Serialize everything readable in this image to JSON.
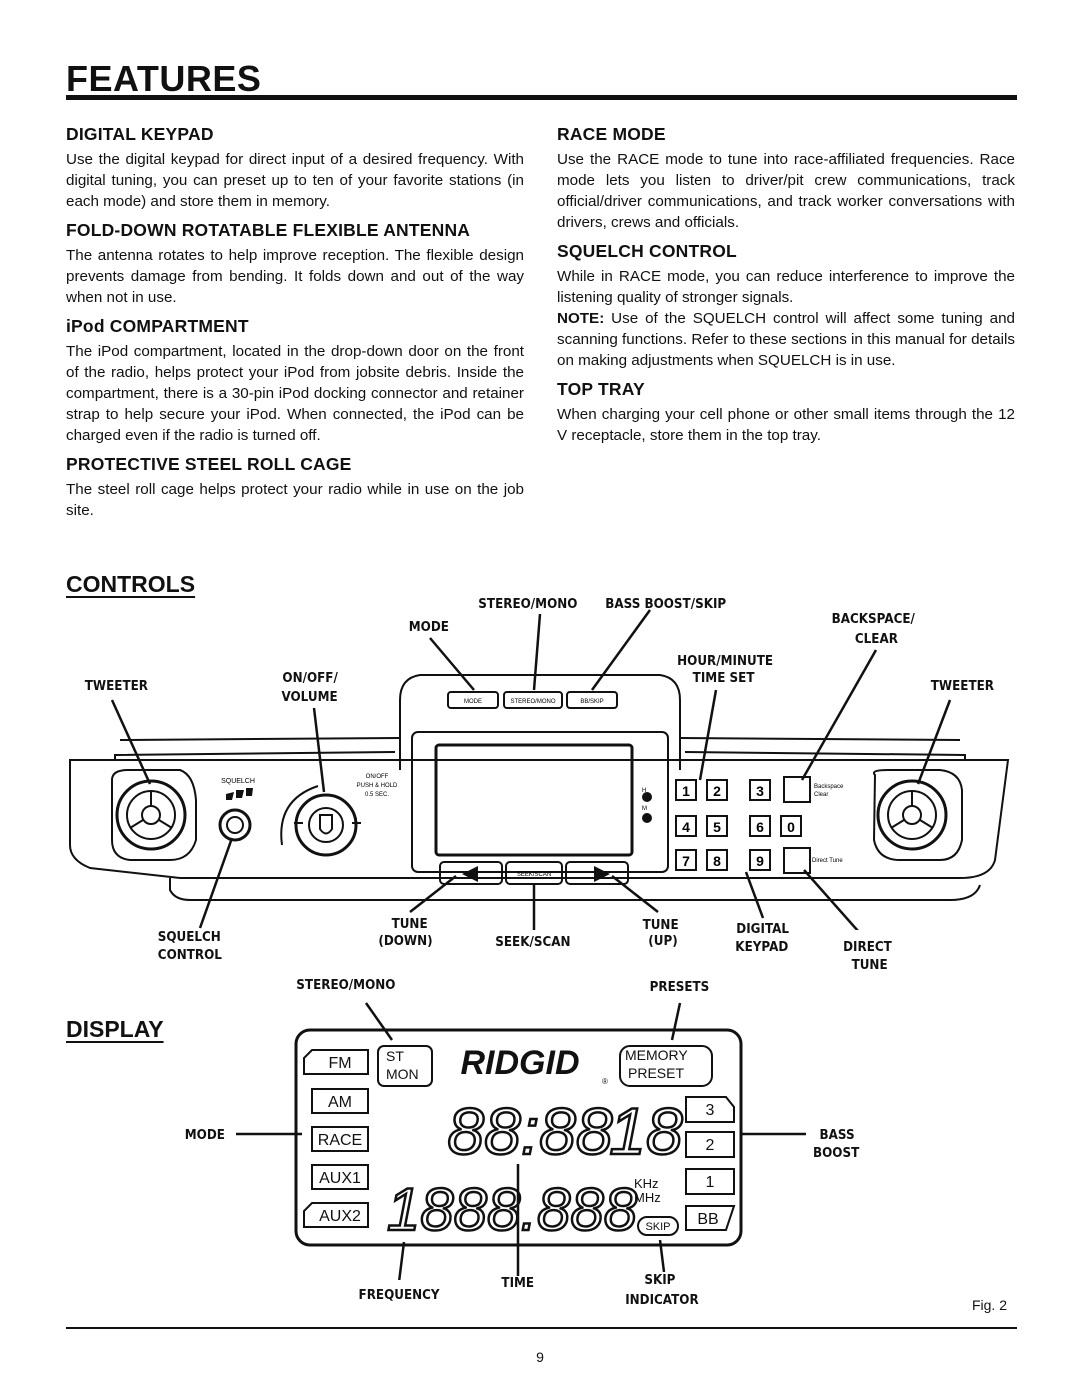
{
  "page": {
    "title": "FEATURES",
    "number": "9",
    "fig_label": "Fig. 2"
  },
  "features": {
    "digital_keypad": {
      "heading": "DIGITAL KEYPAD",
      "text": "Use the digital keypad for direct input of a desired frequency. With digital tuning, you can preset up to ten of your favorite stations (in each mode) and store them in memory."
    },
    "antenna": {
      "heading": "FOLD-DOWN ROTATABLE FLEXIBLE ANTENNA",
      "text": "The antenna rotates to help improve reception. The flexible design prevents damage from bending. It folds down and out of the way when not in use."
    },
    "ipod": {
      "heading": "iPod COMPARTMENT",
      "text": "The iPod compartment, located in the drop-down door on the front of the radio, helps protect your iPod from jobsite debris. Inside the compartment, there is a 30-pin iPod docking connector and retainer strap to help secure your iPod. When connected, the iPod can be charged even if the radio is turned off."
    },
    "roll_cage": {
      "heading": "PROTECTIVE STEEL ROLL CAGE",
      "text": "The steel roll cage helps protect your radio while in use on the job site."
    },
    "race_mode": {
      "heading": "RACE MODE",
      "text": "Use the RACE mode to tune into race-affiliated frequencies. Race mode lets you listen to driver/pit crew communications, track official/driver communications, and track worker conversations with drivers, crews and officials."
    },
    "squelch": {
      "heading": "SQUELCH CONTROL",
      "text": "While in RACE mode, you can reduce interference to improve the listening quality of stronger signals.",
      "note_label": "NOTE:",
      "note_text": " Use of the SQUELCH control will affect some tuning and scanning functions. Refer to these sections in this manual for details on making adjustments when SQUELCH is in use."
    },
    "top_tray": {
      "heading": "TOP TRAY",
      "text": "When charging your cell phone or other small items through the 12 V receptacle, store them in the top tray."
    }
  },
  "controls": {
    "heading": "CONTROLS",
    "labels": {
      "stereo_mono": "STEREO/MONO",
      "bass_boost_skip": "BASS BOOST/SKIP",
      "mode": "MODE",
      "backspace_clear_1": "BACKSPACE/",
      "backspace_clear_2": "CLEAR",
      "hour_minute_1": "HOUR/MINUTE",
      "hour_minute_2": "TIME SET",
      "tweeter_left": "TWEETER",
      "tweeter_right": "TWEETER",
      "on_off_1": "ON/OFF/",
      "on_off_2": "VOLUME",
      "squelch_1": "SQUELCH",
      "squelch_2": "CONTROL",
      "tune_down_1": "TUNE",
      "tune_down_2": "(DOWN)",
      "seek_scan": "SEEK/SCAN",
      "tune_up_1": "TUNE",
      "tune_up_2": "(UP)",
      "digital_keypad_1": "DIGITAL",
      "digital_keypad_2": "KEYPAD",
      "direct_tune_1": "DIRECT",
      "direct_tune_2": "TUNE"
    },
    "device": {
      "btn_mode": "MODE",
      "btn_stereo": "STEREO/MONO",
      "btn_bbskip": "BB/SKIP",
      "squelch_text": "SQUELCH",
      "onoff_text_1": "ON/OFF",
      "onoff_text_2": "PUSH & HOLD",
      "onoff_text_3": "0.5 SEC.",
      "seek_text": "SEEK/SCAN",
      "backspace_text_1": "Backspace",
      "backspace_text_2": "Clear",
      "direct_tune_text": "Direct Tune",
      "h_label": "H",
      "m_label": "M",
      "keys": [
        "1",
        "2",
        "3",
        "4",
        "5",
        "6",
        "0",
        "7",
        "8",
        "9"
      ]
    }
  },
  "display": {
    "heading": "DISPLAY",
    "labels": {
      "stereo_mono": "STEREO/MONO",
      "presets": "PRESETS",
      "mode": "MODE",
      "bass_1": "BASS",
      "bass_2": "BOOST",
      "frequency": "FREQUENCY",
      "time": "TIME",
      "skip_1": "SKIP",
      "skip_2": "INDICATOR"
    },
    "lcd": {
      "modes": [
        "FM",
        "AM",
        "RACE",
        "AUX1",
        "AUX2"
      ],
      "st": "ST",
      "mon": "MON",
      "brand": "RIDGID",
      "reg": "®",
      "memory": "MEMORY",
      "preset": "PRESET",
      "time_digits": "88:88",
      "preset_digits": "18",
      "freq_digits": "1888.888",
      "khz": "KHz",
      "mhz": "MHz",
      "skip": "SKIP",
      "presets": [
        "3",
        "2",
        "1"
      ],
      "bb": "BB"
    }
  }
}
